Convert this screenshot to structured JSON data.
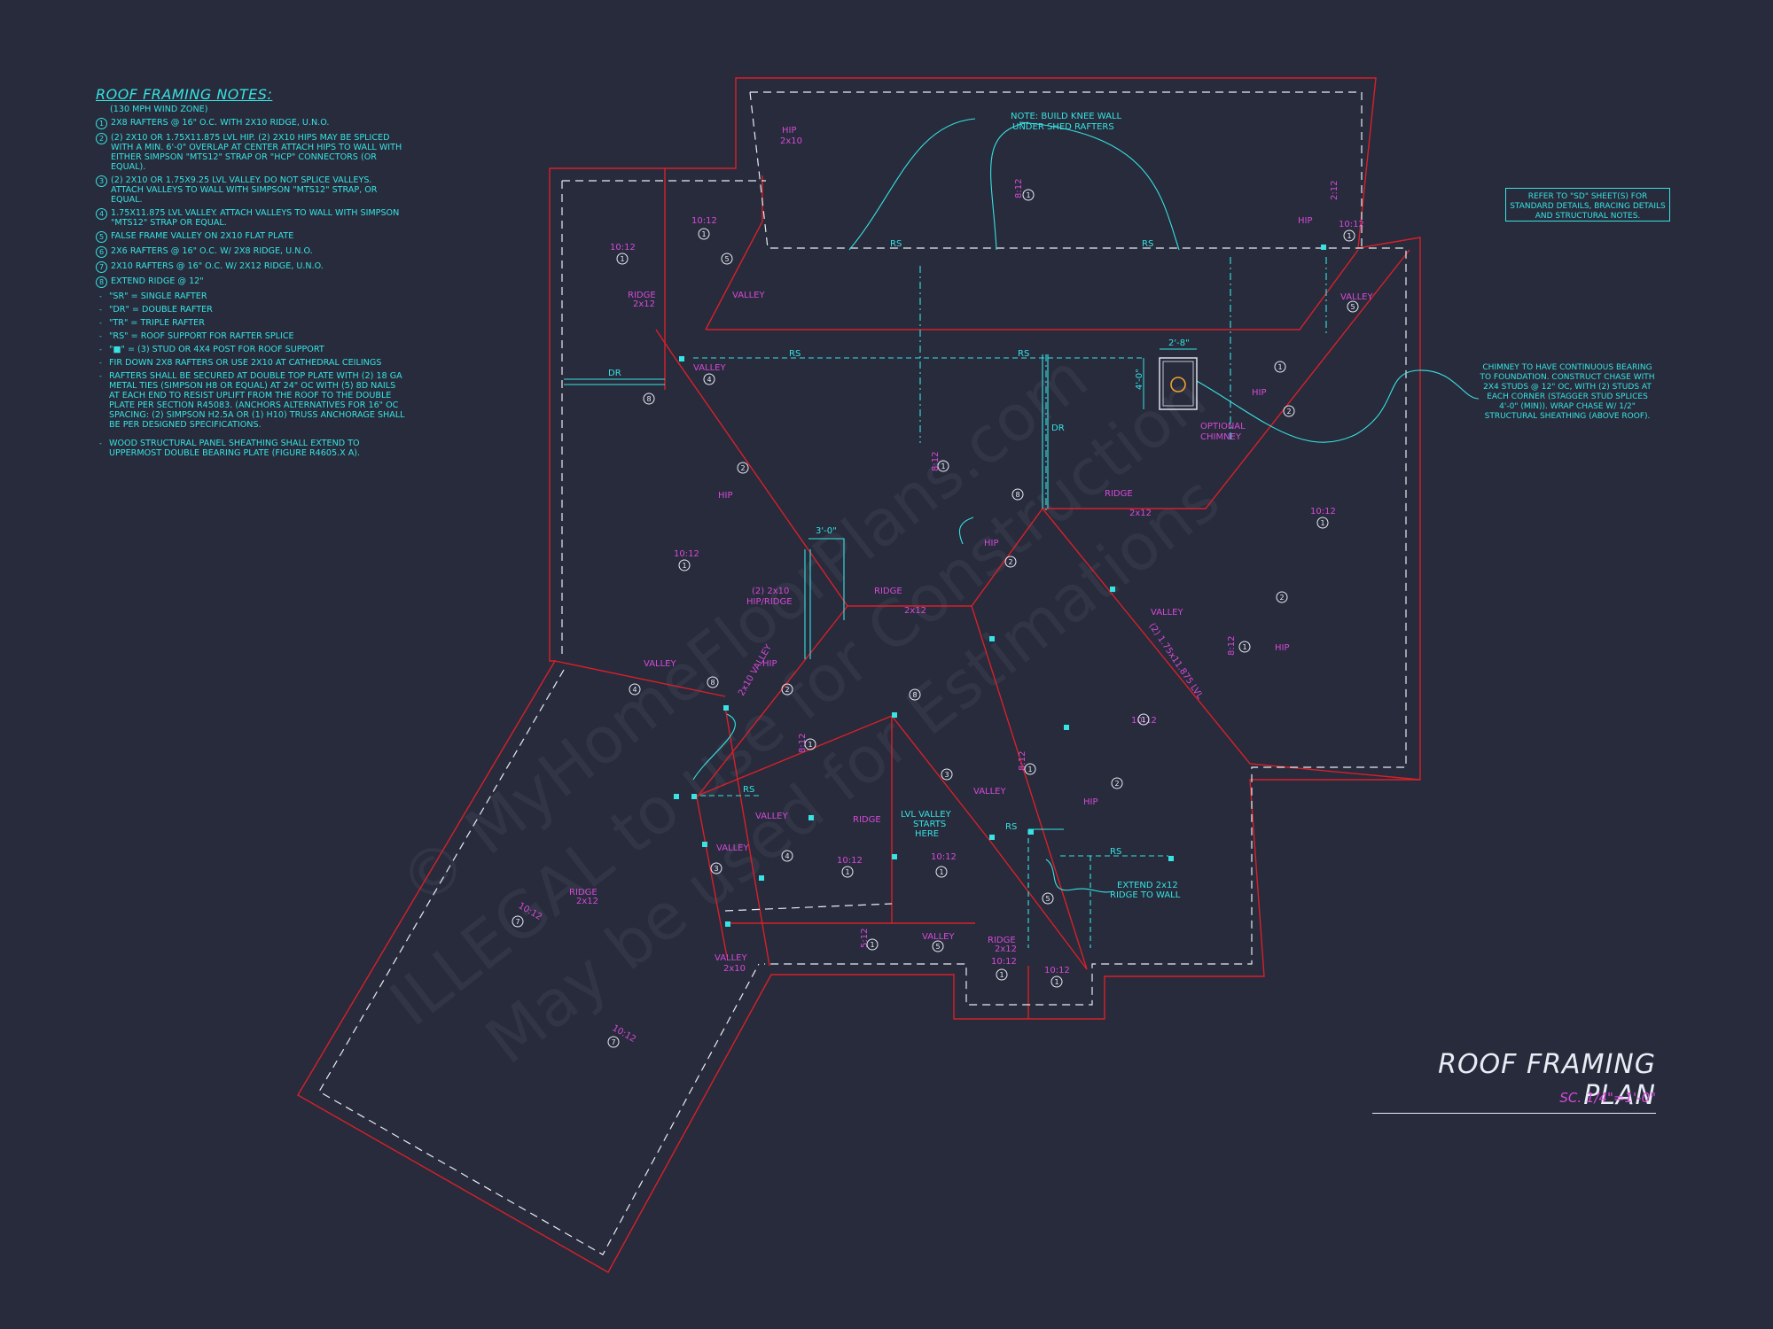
{
  "notes": {
    "title": "ROOF FRAMING NOTES:",
    "subtitle": "(130 MPH WIND ZONE)",
    "numbered": [
      {
        "num": "1",
        "text": "2x8 RAFTERS @ 16\" O.C. WITH 2x10 RIDGE, U.N.O."
      },
      {
        "num": "2",
        "text": "(2) 2x10 OR 1.75x11.875 LVL HIP. (2) 2x10 HIPS MAY BE SPLICED WITH A MIN. 6'-0\" OVERLAP AT CENTER ATTACH HIPS TO WALL WITH EITHER SIMPSON \"MTS12\" STRAP OR \"HCP\" CONNECTORS (OR EQUAL)."
      },
      {
        "num": "3",
        "text": "(2) 2x10 OR 1.75x9.25 LVL VALLEY. DO NOT SPLICE VALLEYS. ATTACH VALLEYS TO WALL WITH SIMPSON \"MTS12\" STRAP, OR EQUAL."
      },
      {
        "num": "4",
        "text": "1.75x11.875 LVL VALLEY. ATTACH VALLEYS TO WALL WITH SIMPSON \"MTS12\" STRAP OR EQUAL."
      },
      {
        "num": "5",
        "text": "FALSE FRAME VALLEY ON 2x10 FLAT PLATE"
      },
      {
        "num": "6",
        "text": "2x6 RAFTERS @ 16\" O.C. W/ 2x8 RIDGE, U.N.O."
      },
      {
        "num": "7",
        "text": "2x10 RAFTERS @ 16\" O.C. W/ 2x12 RIDGE, U.N.O."
      },
      {
        "num": "8",
        "text": "EXTEND RIDGE @ 12\""
      }
    ],
    "bullets": [
      "\"SR\" = SINGLE RAFTER",
      "\"DR\" = DOUBLE RAFTER",
      "\"TR\" = TRIPLE RAFTER",
      "\"RS\" = ROOF SUPPORT FOR RAFTER SPLICE",
      "\"■\" = (3) STUD OR 4x4 POST FOR ROOF SUPPORT",
      "FIR DOWN 2x8 RAFTERS OR USE 2x10 AT CATHEDRAL CEILINGS",
      "RAFTERS SHALL BE SECURED AT DOUBLE TOP PLATE WITH (2) 18 GA METAL TIES (SIMPSON H8 OR EQUAL) AT 24\" OC WITH (5) 8d NAILS AT EACH END TO RESIST UPLIFT FROM THE ROOF TO THE DOUBLE PLATE PER SECTION R45083. (ANCHORS ALTERNATIVES FOR 16\" OC SPACING: (2) SIMPSON H2.5A OR (1) H10) TRUSS ANCHORAGE SHALL BE PER DESIGNED SPECIFICATIONS."
    ],
    "sheathing": "WOOD STRUCTURAL PANEL SHEATHING SHALL EXTEND TO UPPERMOST DOUBLE BEARING PLATE (FIGURE R4605.X A)."
  },
  "reference_note": "REFER TO \"SD\" SHEET(S) FOR STANDARD DETAILS, BRACING DETAILS AND STRUCTURAL NOTES.",
  "chimney_note": "CHIMNEY TO HAVE CONTINUOUS BEARING TO FOUNDATION. CONSTRUCT CHASE WITH 2x4 STUDS @ 12\" OC, WITH (2) STUDS AT EACH CORNER (STAGGER STUD SPLICES 4'-0\" (MIN)). WRAP CHASE W/ 1/2\" STRUCTURAL SHEATHING (ABOVE ROOF).",
  "plan_title": "ROOF FRAMING PLAN",
  "plan_scale": "SC. 1/4\"=1'-0\"",
  "watermark": [
    "© MyHomeFloorPlans.com",
    "ILLEGAL to use for Construction",
    "May be used for Estimations"
  ],
  "labels": {
    "knee_wall_1": "NOTE: BUILD KNEE WALL",
    "knee_wall_2": "UNDER SHED RAFTERS",
    "rs": "RS",
    "dr": "DR",
    "valley": "VALLEY",
    "ridge": "RIDGE",
    "hip": "HIP",
    "size_2x10": "2x10",
    "size_2x12": "2x12",
    "pitch_10_12": "10:12",
    "pitch_8_12": "8:12",
    "pitch_5_12": "5:12",
    "pitch_2_12": "2:12",
    "dim_2_8": "2'-8\"",
    "dim_4_0": "4'-0\"",
    "dim_3_0": "3'-0\"",
    "optional_chimney_1": "OPTIONAL",
    "optional_chimney_2": "CHIMNEY",
    "hip_ridge_1": "(2) 2x10",
    "hip_ridge_2": "HIP/RIDGE",
    "lvl_valley_diag": "(2) 1.75x11.875 LVL",
    "valley_2x10": "2x10 VALLEY",
    "lvl_valley_1": "LVL VALLEY",
    "lvl_valley_2": "STARTS",
    "lvl_valley_3": "HERE",
    "extend_ridge_1": "EXTEND 2x12",
    "extend_ridge_2": "RIDGE TO WALL",
    "n1": "1",
    "n2": "2",
    "n3": "3",
    "n4": "4",
    "n5": "5",
    "n7": "7",
    "n8": "8"
  },
  "colors": {
    "background": "#272b3b",
    "cyan": "#37e3e3",
    "magenta": "#d64ad8",
    "red": "#d8202a",
    "white": "#e8ecf4"
  }
}
